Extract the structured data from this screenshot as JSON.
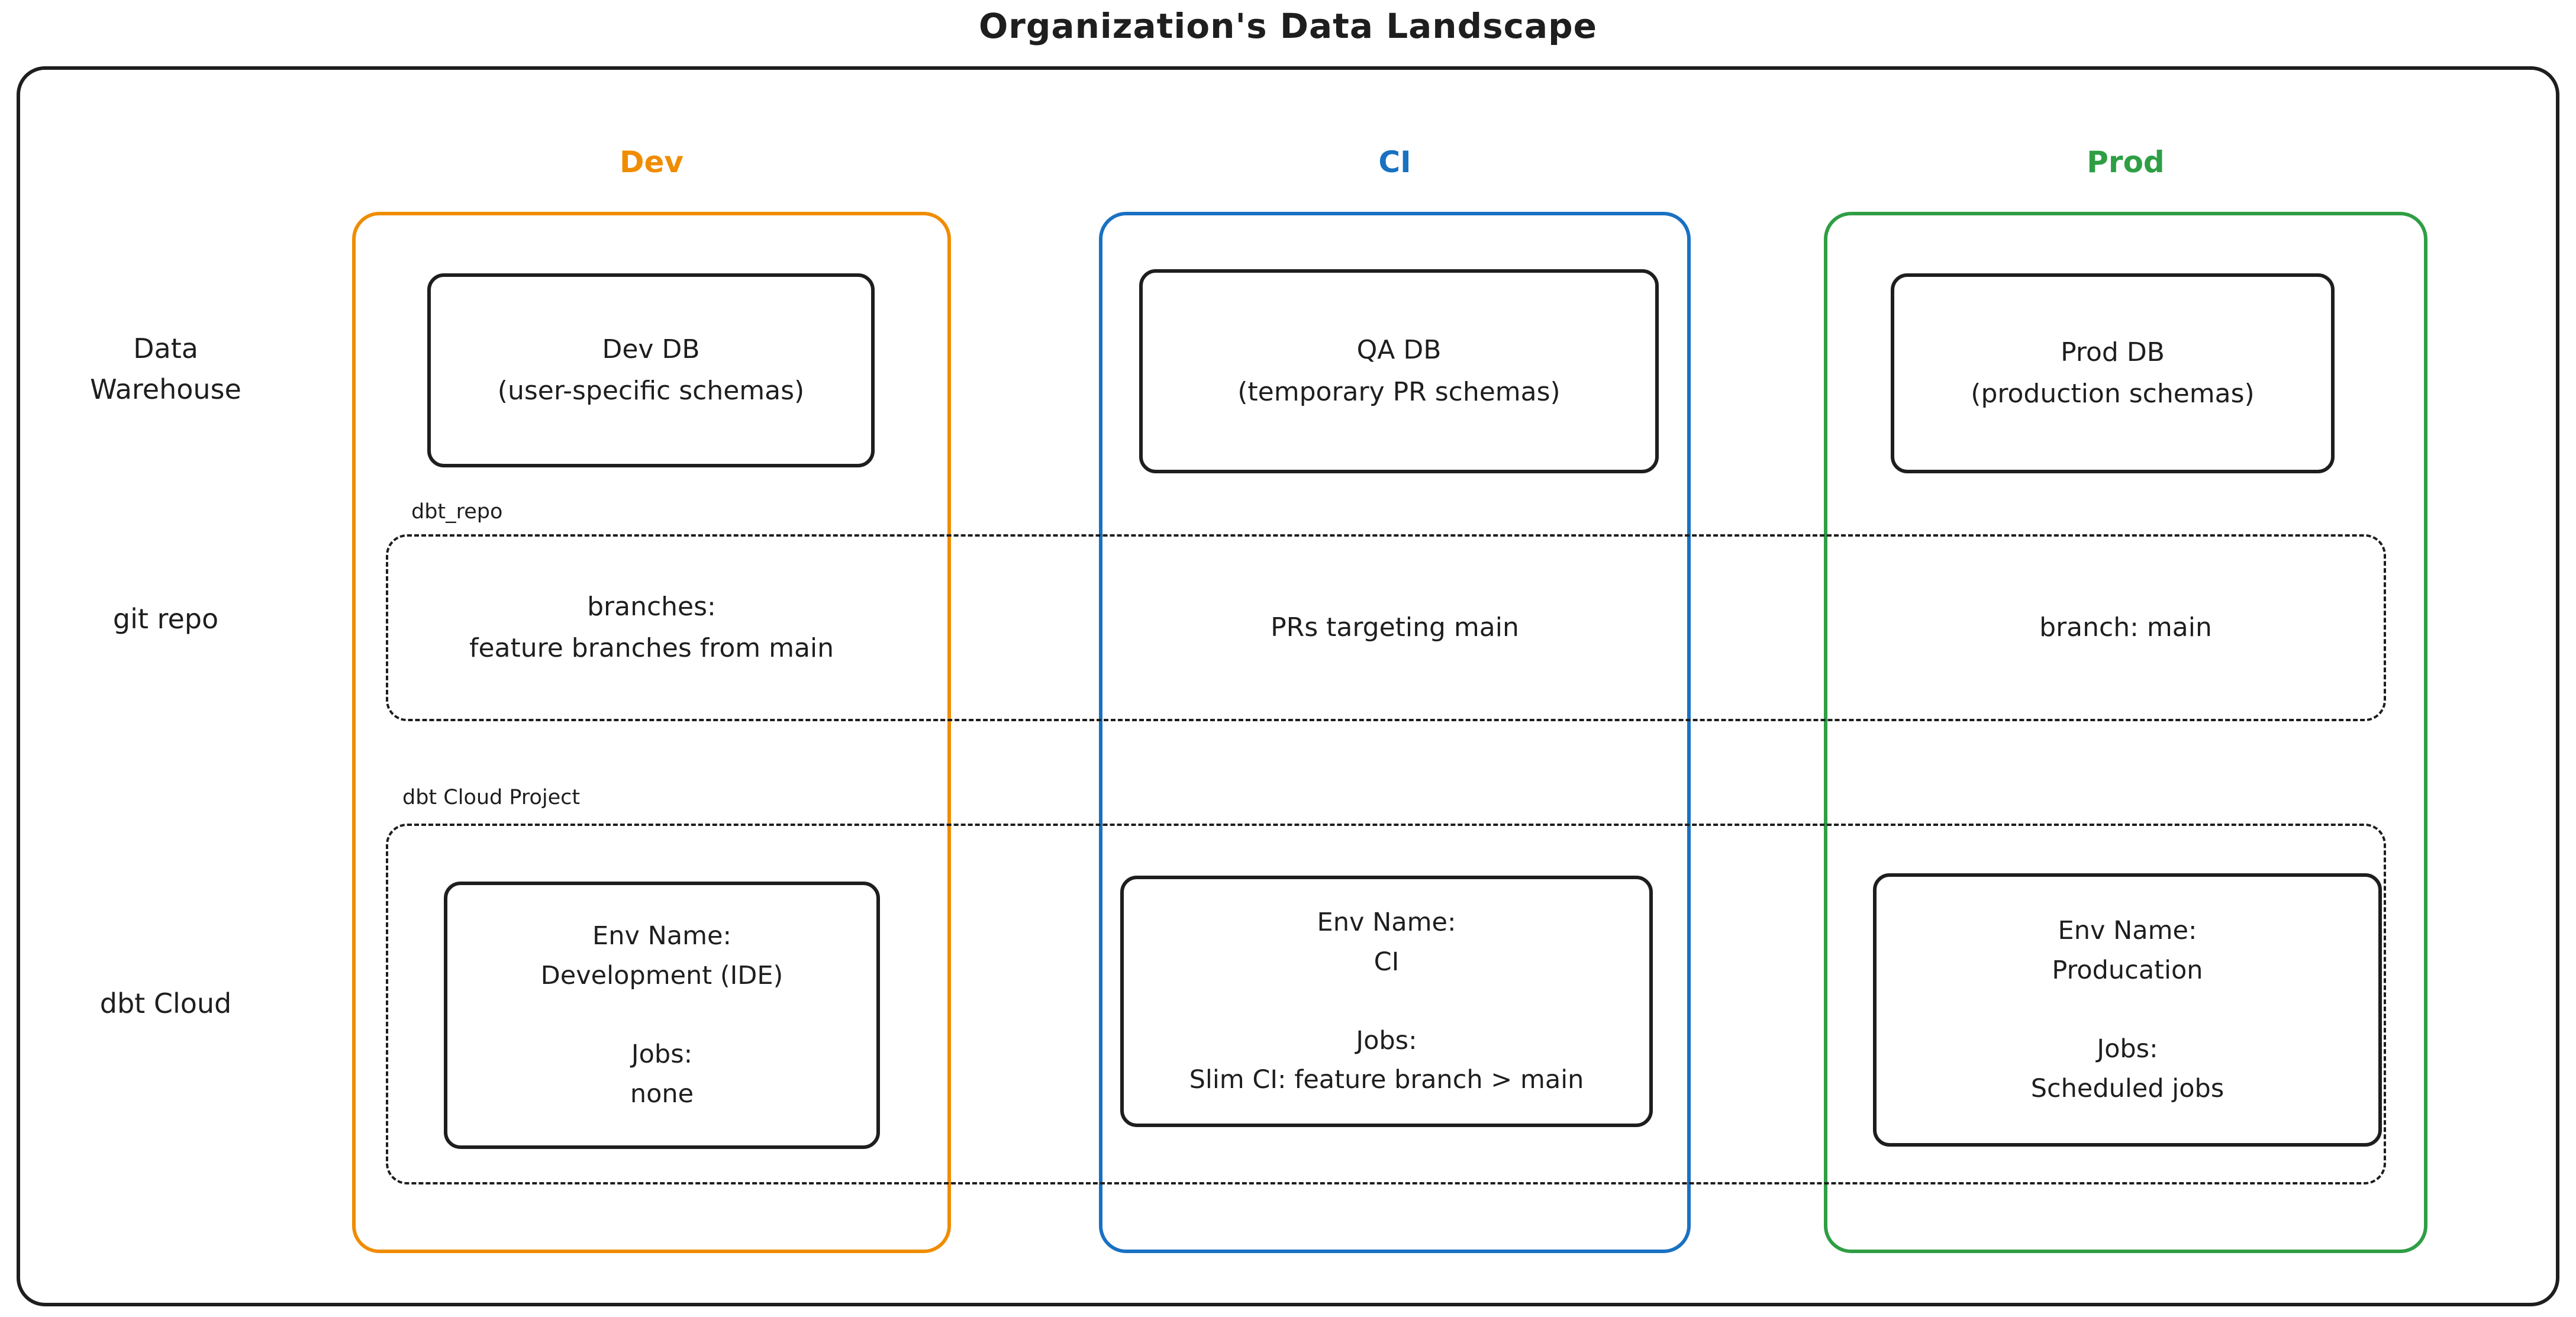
{
  "title": "Organization's Data Landscape",
  "colors": {
    "dev": "#f08c00",
    "ci": "#1971c2",
    "prod": "#2f9e44",
    "ink": "#1e1e1e"
  },
  "row_labels": {
    "warehouse": "Data\nWarehouse",
    "git": "git repo",
    "cloud": "dbt Cloud"
  },
  "group_labels": {
    "repo": "dbt_repo",
    "cloud_project": "dbt Cloud Project"
  },
  "columns": [
    {
      "header": "Dev",
      "db": "Dev DB\n(user-specific schemas)",
      "repo": "branches:\nfeature branches from main",
      "cloud": "Env Name:\nDevelopment (IDE)\n\nJobs:\nnone"
    },
    {
      "header": "CI",
      "db": "QA DB\n(temporary PR schemas)",
      "repo": "PRs targeting main",
      "cloud": "Env Name:\nCI\n\nJobs:\nSlim CI: feature branch > main"
    },
    {
      "header": "Prod",
      "db": "Prod DB\n(production schemas)",
      "repo": "branch: main",
      "cloud": "Env Name:\nProducation\n\nJobs:\nScheduled jobs"
    }
  ]
}
